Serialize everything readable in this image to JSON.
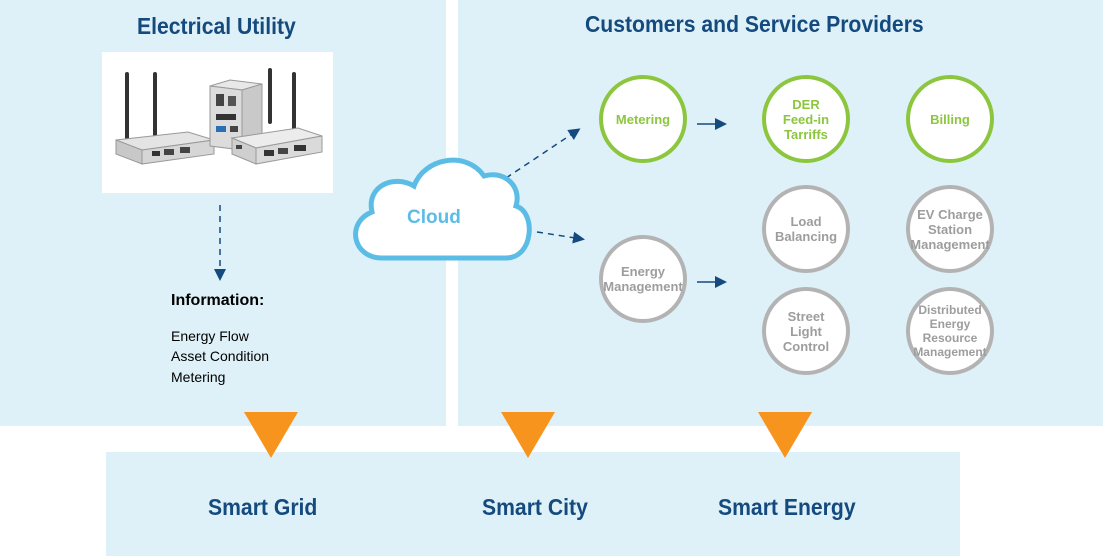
{
  "left_panel": {
    "title": "Electrical Utility",
    "device_image_alt": "Embedded gateway devices with antennas",
    "info_title": "Information:",
    "info_items": [
      "Energy Flow",
      "Asset Condition",
      "Metering"
    ]
  },
  "right_panel": {
    "title": "Customers and Service Providers"
  },
  "cloud": {
    "label": "Cloud"
  },
  "circles": {
    "metering": "Metering",
    "der": "DER\nFeed-in\nTarriffs",
    "billing": "Billing",
    "energy_management": "Energy\nManagement",
    "load_balancing": "Load\nBalancing",
    "ev_charge": "EV Charge\nStation\nManagement",
    "street_light": "Street\nLight\nControl",
    "distributed_energy": "Distributed\nEnergy\nResource\nManagement"
  },
  "bottom": {
    "smart_grid": "Smart Grid",
    "smart_city": "Smart City",
    "smart_energy": "Smart Energy"
  },
  "colors": {
    "panel_bg": "#dff1f8",
    "heading": "#144a7e",
    "green": "#8cc63f",
    "gray": "#b3b3b3",
    "cloud": "#5bbde6",
    "arrow": "#144a7e",
    "orange": "#f7941d"
  }
}
